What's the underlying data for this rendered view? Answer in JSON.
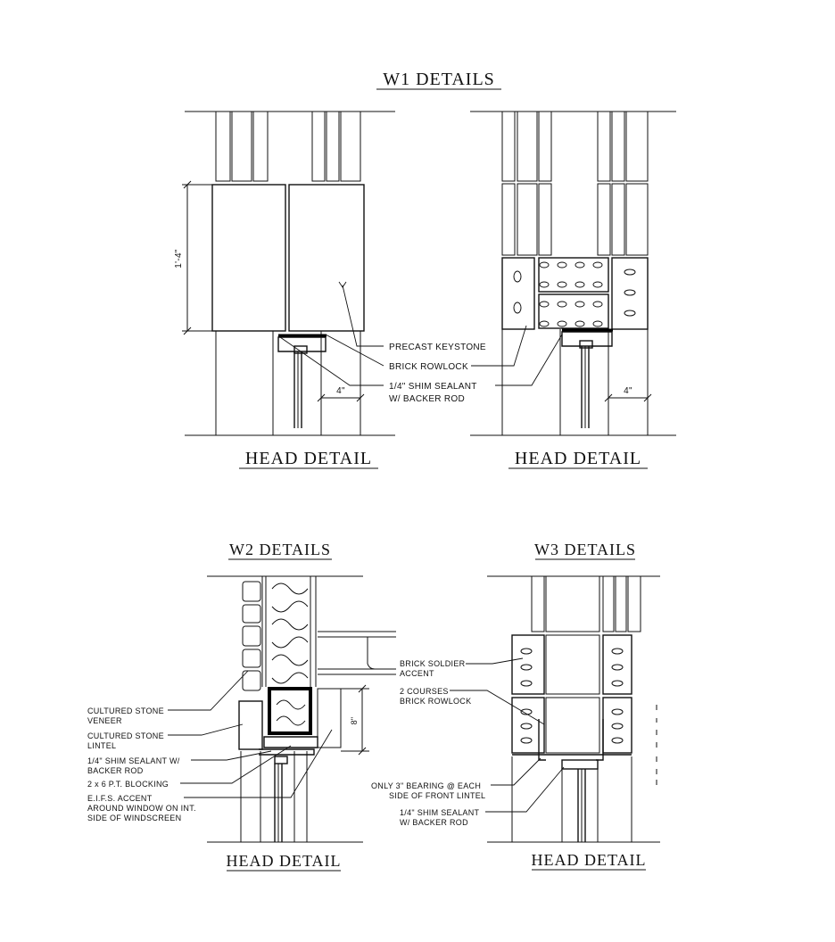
{
  "w1": {
    "title": "W1 DETAILS",
    "left": {
      "caption": "HEAD DETAIL",
      "dimension_height": "1'-4\"",
      "dimension_depth": "4\""
    },
    "right": {
      "caption": "HEAD DETAIL",
      "dimension_depth": "4\""
    },
    "notes": [
      "PRECAST KEYSTONE",
      "BRICK ROWLOCK",
      "1/4\" SHIM SEALANT",
      "W/ BACKER ROD"
    ]
  },
  "w2": {
    "title": "W2 DETAILS",
    "caption": "HEAD DETAIL",
    "dimension_height": "8\"",
    "notes_left": [
      [
        "CULTURED STONE",
        "VENEER"
      ],
      [
        "CULTURED STONE",
        "LINTEL"
      ],
      [
        "1/4\" SHIM SEALANT W/",
        "BACKER ROD"
      ],
      [
        "2 x 6 P.T. BLOCKING"
      ],
      [
        "E.I.F.S. ACCENT",
        "AROUND WINDOW ON INT.",
        "SIDE OF WINDSCREEN"
      ]
    ],
    "notes_right": [
      [
        "BRICK SOLDIER",
        "ACCENT"
      ],
      [
        "2 COURSES",
        "BRICK ROWLOCK"
      ]
    ]
  },
  "w3": {
    "title": "W3 DETAILS",
    "caption": "HEAD DETAIL",
    "notes": [
      [
        "ONLY 3\" BEARING @ EACH",
        "SIDE OF FRONT LINTEL"
      ],
      [
        "1/4\" SHIM SEALANT",
        "W/ BACKER ROD"
      ]
    ]
  }
}
